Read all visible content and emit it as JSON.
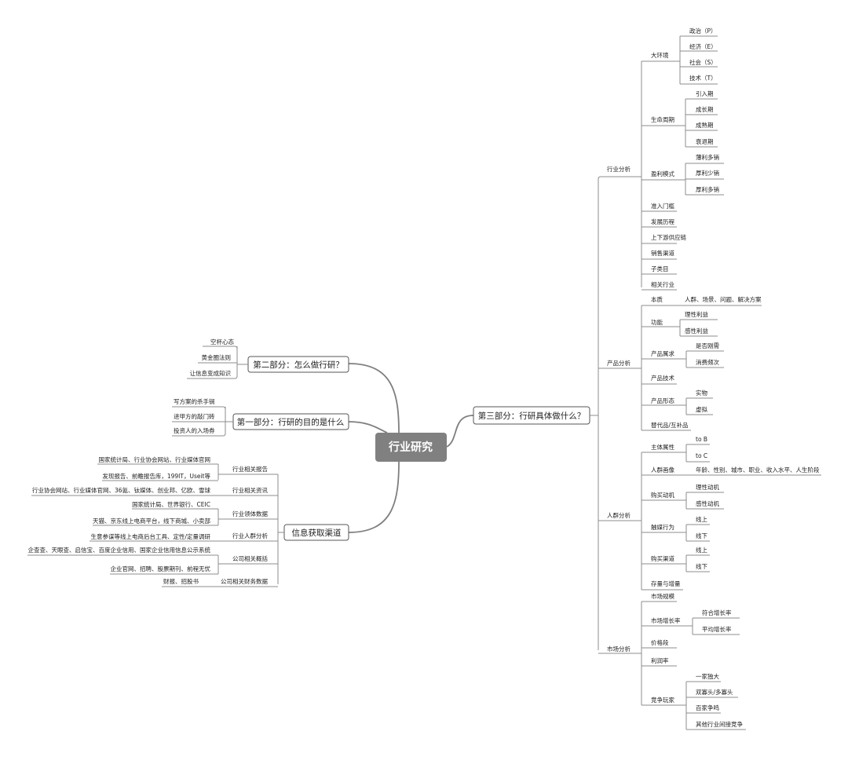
{
  "root": "行业研究",
  "branches": {
    "part2": {
      "label": "第二部分：怎么做行研？",
      "items": [
        "空杯心态",
        "黄金圈法则",
        "让信息变成知识"
      ]
    },
    "part1": {
      "label": "第一部分：行研的目的是什么",
      "items": [
        "写方案的杀手锏",
        "进甲方的敲门砖",
        "投资人的入场券"
      ]
    },
    "info": {
      "label": "信息获取渠道",
      "groups": [
        {
          "label": "行业相关报告",
          "items": [
            "国家统计局、行业协会网站、行业媒体官网",
            "发现报告、前瞻报告库，199IT，Useit等"
          ]
        },
        {
          "label": "行业相关资讯",
          "items": [
            "行业协会网站、行业媒体官网、36氪、钛媒体、创业邦、亿欧、雪球"
          ]
        },
        {
          "label": "行业领体数据",
          "items": [
            "国家统计局、世界银行、CEIC",
            "天猫、京东线上电商平台，线下商城、小卖部"
          ]
        },
        {
          "label": "行业人群分析",
          "items": [
            "生意参谋等线上电商后台工具、定性/定量调研"
          ]
        },
        {
          "label": "公司相关概括",
          "items": [
            "企查查、天眼查、启信宝、百度企业信用、国家企业信用信息公示系统",
            "企业官网、招聘、股票期刊、前程无忧"
          ]
        },
        {
          "label": "公司相关财务数据",
          "items": [
            "财报、招股书"
          ]
        }
      ]
    },
    "part3": {
      "label": "第三部分：行研具体做什么？",
      "sections": [
        {
          "label": "行业分析",
          "children": [
            {
              "label": "大环境",
              "items": [
                "政治（P）",
                "经济（E）",
                "社会（S）",
                "技术（T）"
              ]
            },
            {
              "label": "生命周期",
              "items": [
                "引入期",
                "成长期",
                "成熟期",
                "衰退期"
              ]
            },
            {
              "label": "盈利模式",
              "items": [
                "薄利多销",
                "厚利少销",
                "厚利多销"
              ]
            },
            {
              "label": "准入门槛",
              "items": []
            },
            {
              "label": "发展历程",
              "items": []
            },
            {
              "label": "上下游供应链",
              "items": []
            },
            {
              "label": "销售渠道",
              "items": []
            },
            {
              "label": "子类目",
              "items": []
            },
            {
              "label": "相关行业",
              "items": []
            }
          ]
        },
        {
          "label": "产品分析",
          "children": [
            {
              "label": "本质",
              "items": [
                "人群、场景、问题、解决方案"
              ]
            },
            {
              "label": "功能",
              "items": [
                "理性利益",
                "感性利益"
              ]
            },
            {
              "label": "产品属求",
              "items": [
                "是否刚需",
                "消费频次"
              ]
            },
            {
              "label": "产品技术",
              "items": []
            },
            {
              "label": "产品形态",
              "items": [
                "实物",
                "虚拟"
              ]
            },
            {
              "label": "替代品/互补品",
              "items": []
            }
          ]
        },
        {
          "label": "人群分析",
          "children": [
            {
              "label": "主体属性",
              "items": [
                "to B",
                "to C"
              ]
            },
            {
              "label": "人群画像",
              "items": [
                "年龄、性别、城市、职业、收入水平、人生阶段"
              ]
            },
            {
              "label": "购买动机",
              "items": [
                "理性动机",
                "感性动机"
              ]
            },
            {
              "label": "触媒行为",
              "items": [
                "线上",
                "线下"
              ]
            },
            {
              "label": "购买渠道",
              "items": [
                "线上",
                "线下"
              ]
            },
            {
              "label": "存量与增量",
              "items": []
            }
          ]
        },
        {
          "label": "市场分析",
          "children": [
            {
              "label": "市场规模",
              "items": []
            },
            {
              "label": "市场增长率",
              "items": [
                "符合增长率",
                "平均增长率"
              ]
            },
            {
              "label": "价格段",
              "items": []
            },
            {
              "label": "利润率",
              "items": []
            },
            {
              "label": "竞争玩家",
              "items": [
                "一家独大",
                "双寡头/多寡头",
                "百家争鸣",
                "其他行业间接竞争"
              ]
            }
          ]
        }
      ]
    }
  }
}
